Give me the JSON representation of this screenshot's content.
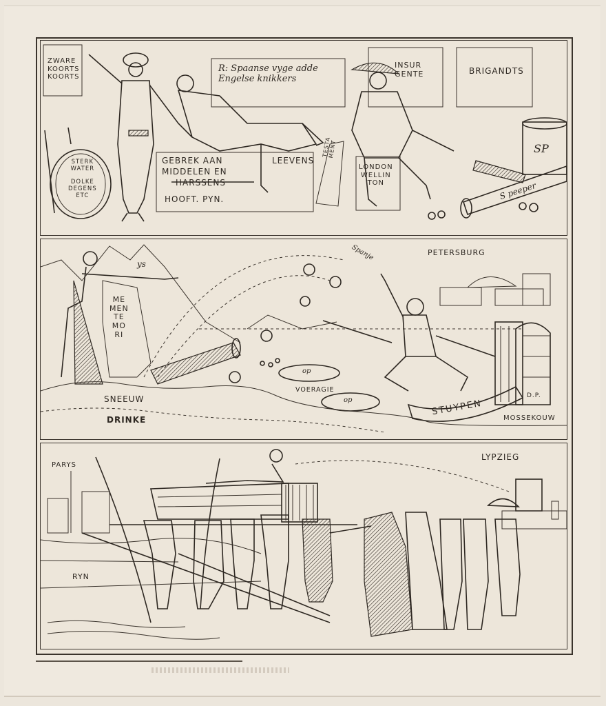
{
  "artwork": {
    "type": "satirical etching",
    "panel_count": 3,
    "colors": {
      "paper": "#efe9df",
      "ink": "#2e2822",
      "mount": "#e8e1d6"
    }
  },
  "panels": [
    {
      "id": "top",
      "labels": {
        "left_sign": "ZWARE\nKOORTS\nKOORTS",
        "speech_sign": "R: Spaanse vyge adde\nEngelse knikkers",
        "insurgente_sign": "INSUR\nGENTE",
        "brigands_sign": "BRIGANDTS",
        "barrel": "STERK\nWATER\n\nDOLKE\nDEGENS\nETC",
        "chest_line1": "GEBREK AAN",
        "chest_leeven": "LEEVENS",
        "chest_line2": "MIDDELEN EN",
        "chest_line3": "HARSSENS",
        "chest_line4": "HOOFT. PYN.",
        "scroll": "TESTA\nMENT",
        "box": "LONDON\nWELLIN\nTON",
        "jar": "SP",
        "cannon": "S peeper"
      }
    },
    {
      "id": "middle",
      "labels": {
        "ys": "ys",
        "memento": "ME\nMEN\nTE\nMO\nRI",
        "sneeuw": "SNEEUW",
        "drinke": "DRINKE",
        "voeragie": "VOERAGIE",
        "plate1": "op",
        "plate2": "op",
        "spanje": "Spanje",
        "petersburg": "PETERSBURG",
        "stuypen": "STUYPEN",
        "mossekouw": "MOSSEKOUW",
        "cage": "D.P."
      }
    },
    {
      "id": "bottom",
      "labels": {
        "parys": "PARYS",
        "ryn": "RYN",
        "lypzieg": "LYPZIEG"
      }
    }
  ]
}
